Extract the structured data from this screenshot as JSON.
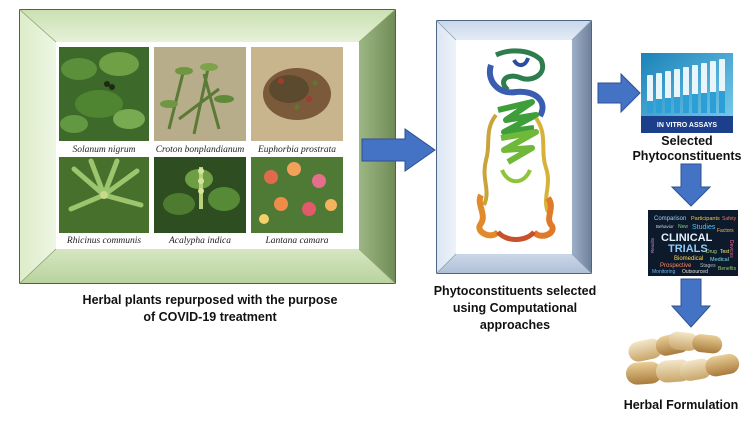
{
  "panel1": {
    "plants": [
      {
        "name": "Solanum nigrum",
        "icon": "leafy-plant-photo"
      },
      {
        "name": "Croton bonplandianum",
        "icon": "shrub-photo"
      },
      {
        "name": "Euphorbia prostrata",
        "icon": "ground-plant-photo"
      },
      {
        "name": "Rhicinus communis",
        "icon": "palmate-leaf-photo"
      },
      {
        "name": "Acalypha indica",
        "icon": "flowering-herb-photo"
      },
      {
        "name": "Lantana camara",
        "icon": "flower-cluster-photo"
      }
    ],
    "caption_line1": "Herbal plants repurposed with the purpose",
    "caption_line2": "of COVID-19 treatment"
  },
  "panel2": {
    "icon": "protein-structure-image",
    "caption_line1": "Phytoconstituents selected",
    "caption_line2": "using Computational",
    "caption_line3": "approaches"
  },
  "assay": {
    "banner": "IN VITRO ASSAYS",
    "caption_line1": "Selected",
    "caption_line2": "Phytoconstituents"
  },
  "trials": {
    "words": {
      "comparison": "Comparison",
      "participants": "Participants",
      "safety": "Safety",
      "behavior": "Behavior",
      "new": "New",
      "studies": "Studies",
      "factors": "Factors",
      "clinical": "CLINICAL",
      "trials": "TRIALS",
      "biomedical": "Biomedical",
      "medical": "Medical",
      "prospective": "Prospective",
      "stages": "Stages",
      "monitoring": "Monitoring",
      "outsourced": "Outsourced",
      "benefits": "Benefits",
      "results": "Results",
      "devices": "Devices",
      "drug": "Drug",
      "test": "Test"
    }
  },
  "formulation": {
    "icon": "capsules-image",
    "caption": "Herbal Formulation"
  },
  "colors": {
    "arrow": "#4472C4",
    "arrow_stroke": "#2F528F",
    "frame1_inner": "#e8f3da",
    "frame2_inner": "#e3ebf5"
  }
}
